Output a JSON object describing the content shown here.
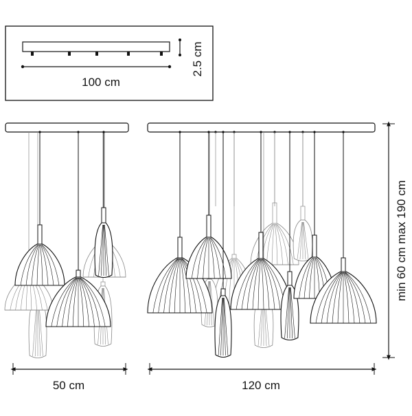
{
  "dimensions": {
    "canopy_length": "100 cm",
    "canopy_height": "2.5 cm",
    "small_width": "50 cm",
    "large_width": "120 cm",
    "drop_range": "min 60 cm max 190 cm"
  },
  "colors": {
    "line": "#111111",
    "shade_fill": "#ffffff",
    "ghost": "#888888"
  }
}
